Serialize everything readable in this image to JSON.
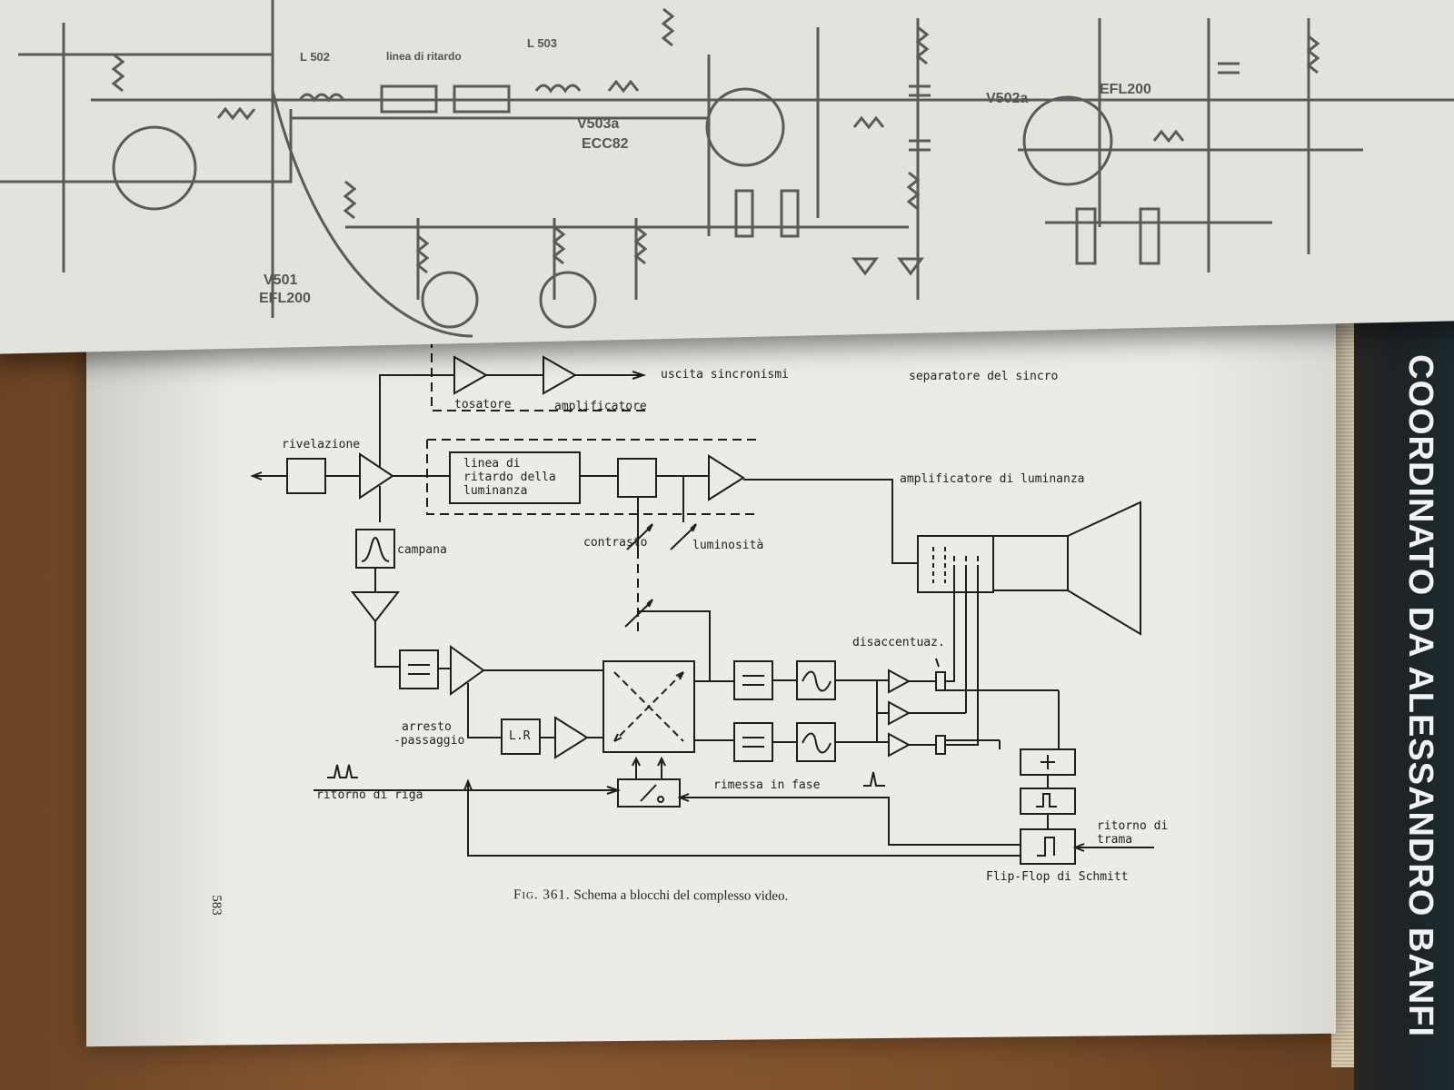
{
  "spine": {
    "text": "COORDINATO DA ALESSANDRO BANFI"
  },
  "schematic": {
    "tubes": [
      {
        "id": "V503a",
        "type": "ECC82"
      },
      {
        "id": "V502a",
        "type": ""
      },
      {
        "id": "V501",
        "type": "EFL200"
      },
      {
        "id": "",
        "type": "EFL200"
      }
    ],
    "other_labels": [
      "L 502",
      "L 503",
      "linea di ritardo"
    ]
  },
  "diagram": {
    "labels": {
      "tosatore": "tosatore",
      "amplificatore_sync": "amplificatore",
      "uscita_sincronismi": "uscita sincronismi",
      "separatore": "separatore del sincro",
      "rivelazione": "rivelazione",
      "linea_1": "linea di",
      "linea_2": "ritardo della",
      "linea_3": "luminanza",
      "amp_luminanza": "amplificatore di luminanza",
      "campana": "campana",
      "contrasto": "contrasto",
      "luminosita": "luminosità",
      "disaccentuaz": "disaccentuaz.",
      "arresto_1": "arresto",
      "arresto_2": "-passaggio",
      "lr": "L.R",
      "ritorno_riga": "ritorno di riga",
      "rimessa_fase": "rimessa in fase",
      "ritorno_trama_1": "ritorno di",
      "ritorno_trama_2": "trama",
      "flipflop": "Flip-Flop di Schmitt"
    }
  },
  "caption": {
    "fig": "Fig. 361.",
    "text": "Schema a blocchi del complesso video."
  },
  "page_number": "583"
}
